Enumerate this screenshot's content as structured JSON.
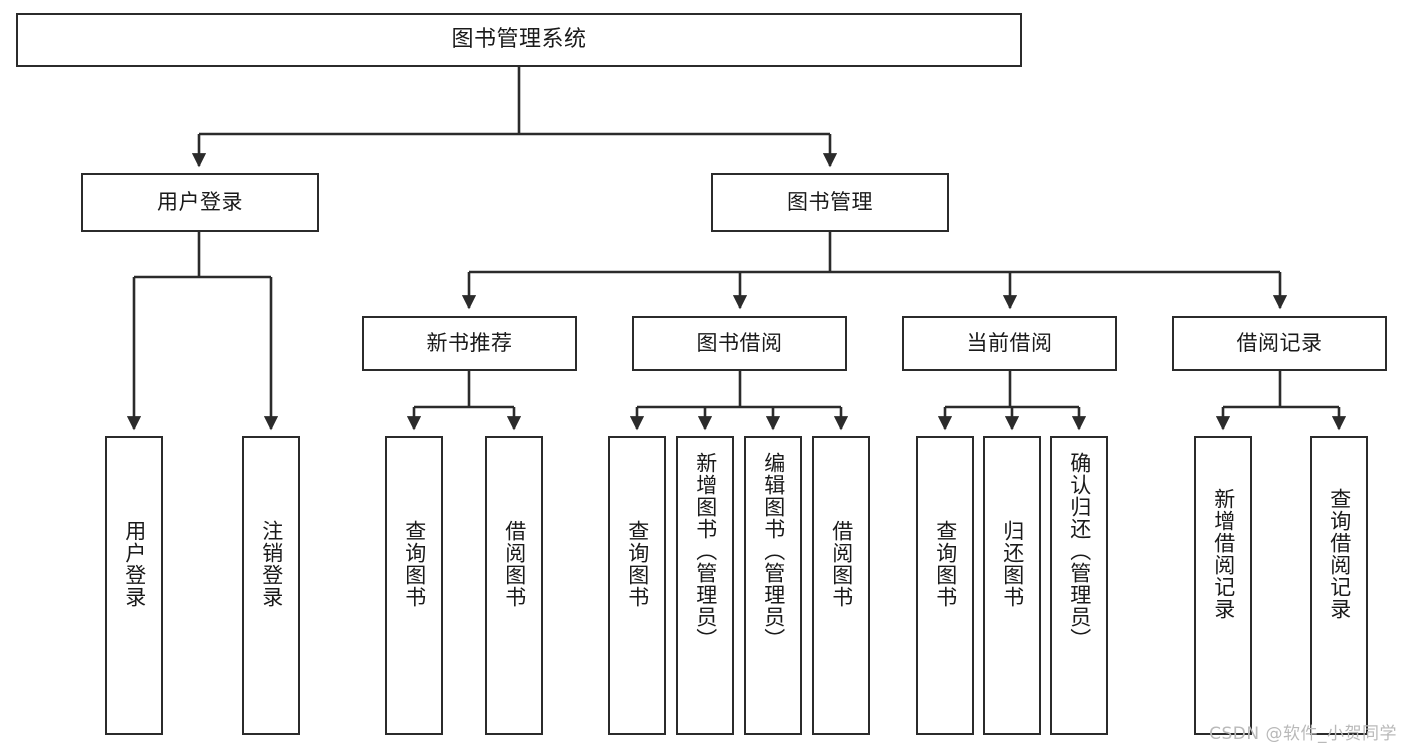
{
  "diagram": {
    "title": "图书管理系统",
    "watermark": "CSDN @软件_小贺同学",
    "colors": {
      "box_border": "#2b2b2b",
      "box_fill": "#ffffff",
      "edge": "#2b2b2b",
      "text": "#1a1a1a",
      "watermark": "#b9b9b9",
      "background": "#ffffff"
    },
    "root": {
      "label": "图书管理系统"
    },
    "level2": [
      {
        "label": "用户登录"
      },
      {
        "label": "图书管理"
      }
    ],
    "level3": [
      {
        "label": "新书推荐"
      },
      {
        "label": "图书借阅"
      },
      {
        "label": "当前借阅"
      },
      {
        "label": "借阅记录"
      }
    ],
    "leaves": {
      "user_login": [
        {
          "label": "用户登录"
        },
        {
          "label": "注销登录"
        }
      ],
      "new_book": [
        {
          "label": "查询图书"
        },
        {
          "label": "借阅图书"
        }
      ],
      "book_borrow": [
        {
          "label": "查询图书"
        },
        {
          "label": "新增图书（管理员）"
        },
        {
          "label": "编辑图书（管理员）"
        },
        {
          "label": "借阅图书"
        }
      ],
      "current_borrow": [
        {
          "label": "查询图书"
        },
        {
          "label": "归还图书"
        },
        {
          "label": "确认归还（管理员）"
        }
      ],
      "borrow_record": [
        {
          "label": "新增借阅记录"
        },
        {
          "label": "查询借阅记录"
        }
      ]
    }
  }
}
